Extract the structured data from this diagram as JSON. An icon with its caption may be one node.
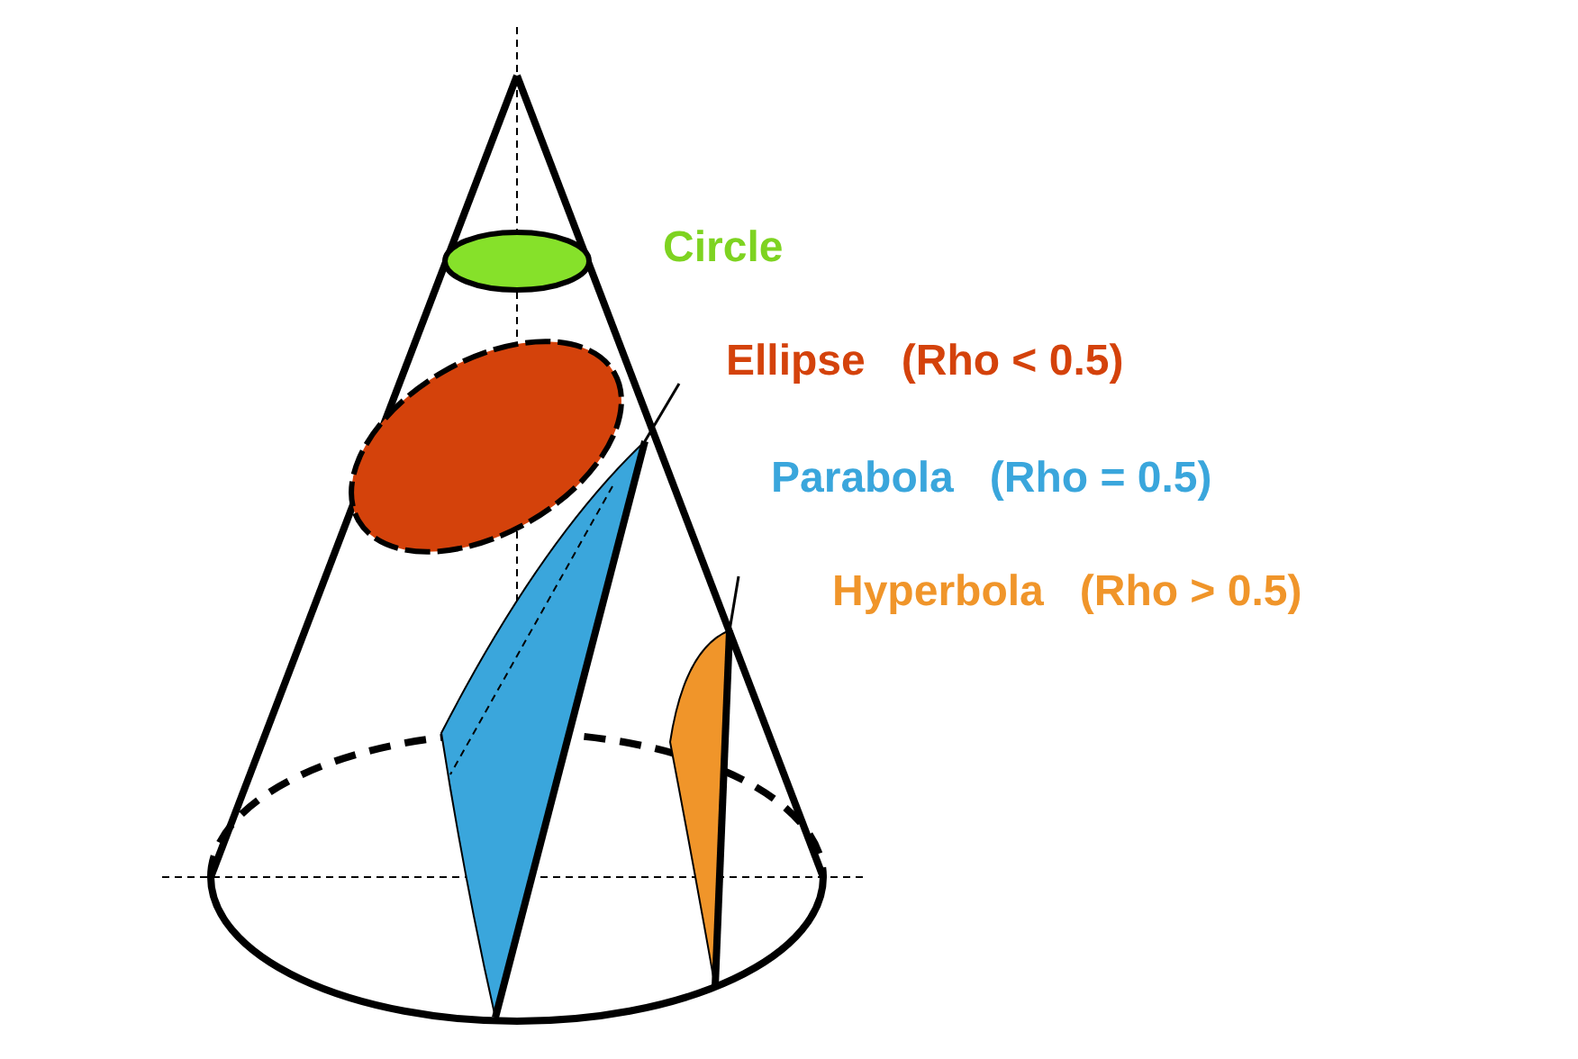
{
  "diagram": {
    "labels": [
      "Circle",
      "Ellipse   (Rho < 0.5)",
      "Parabola   (Rho = 0.5)",
      "Hyperbola   (Rho > 0.5)"
    ]
  }
}
